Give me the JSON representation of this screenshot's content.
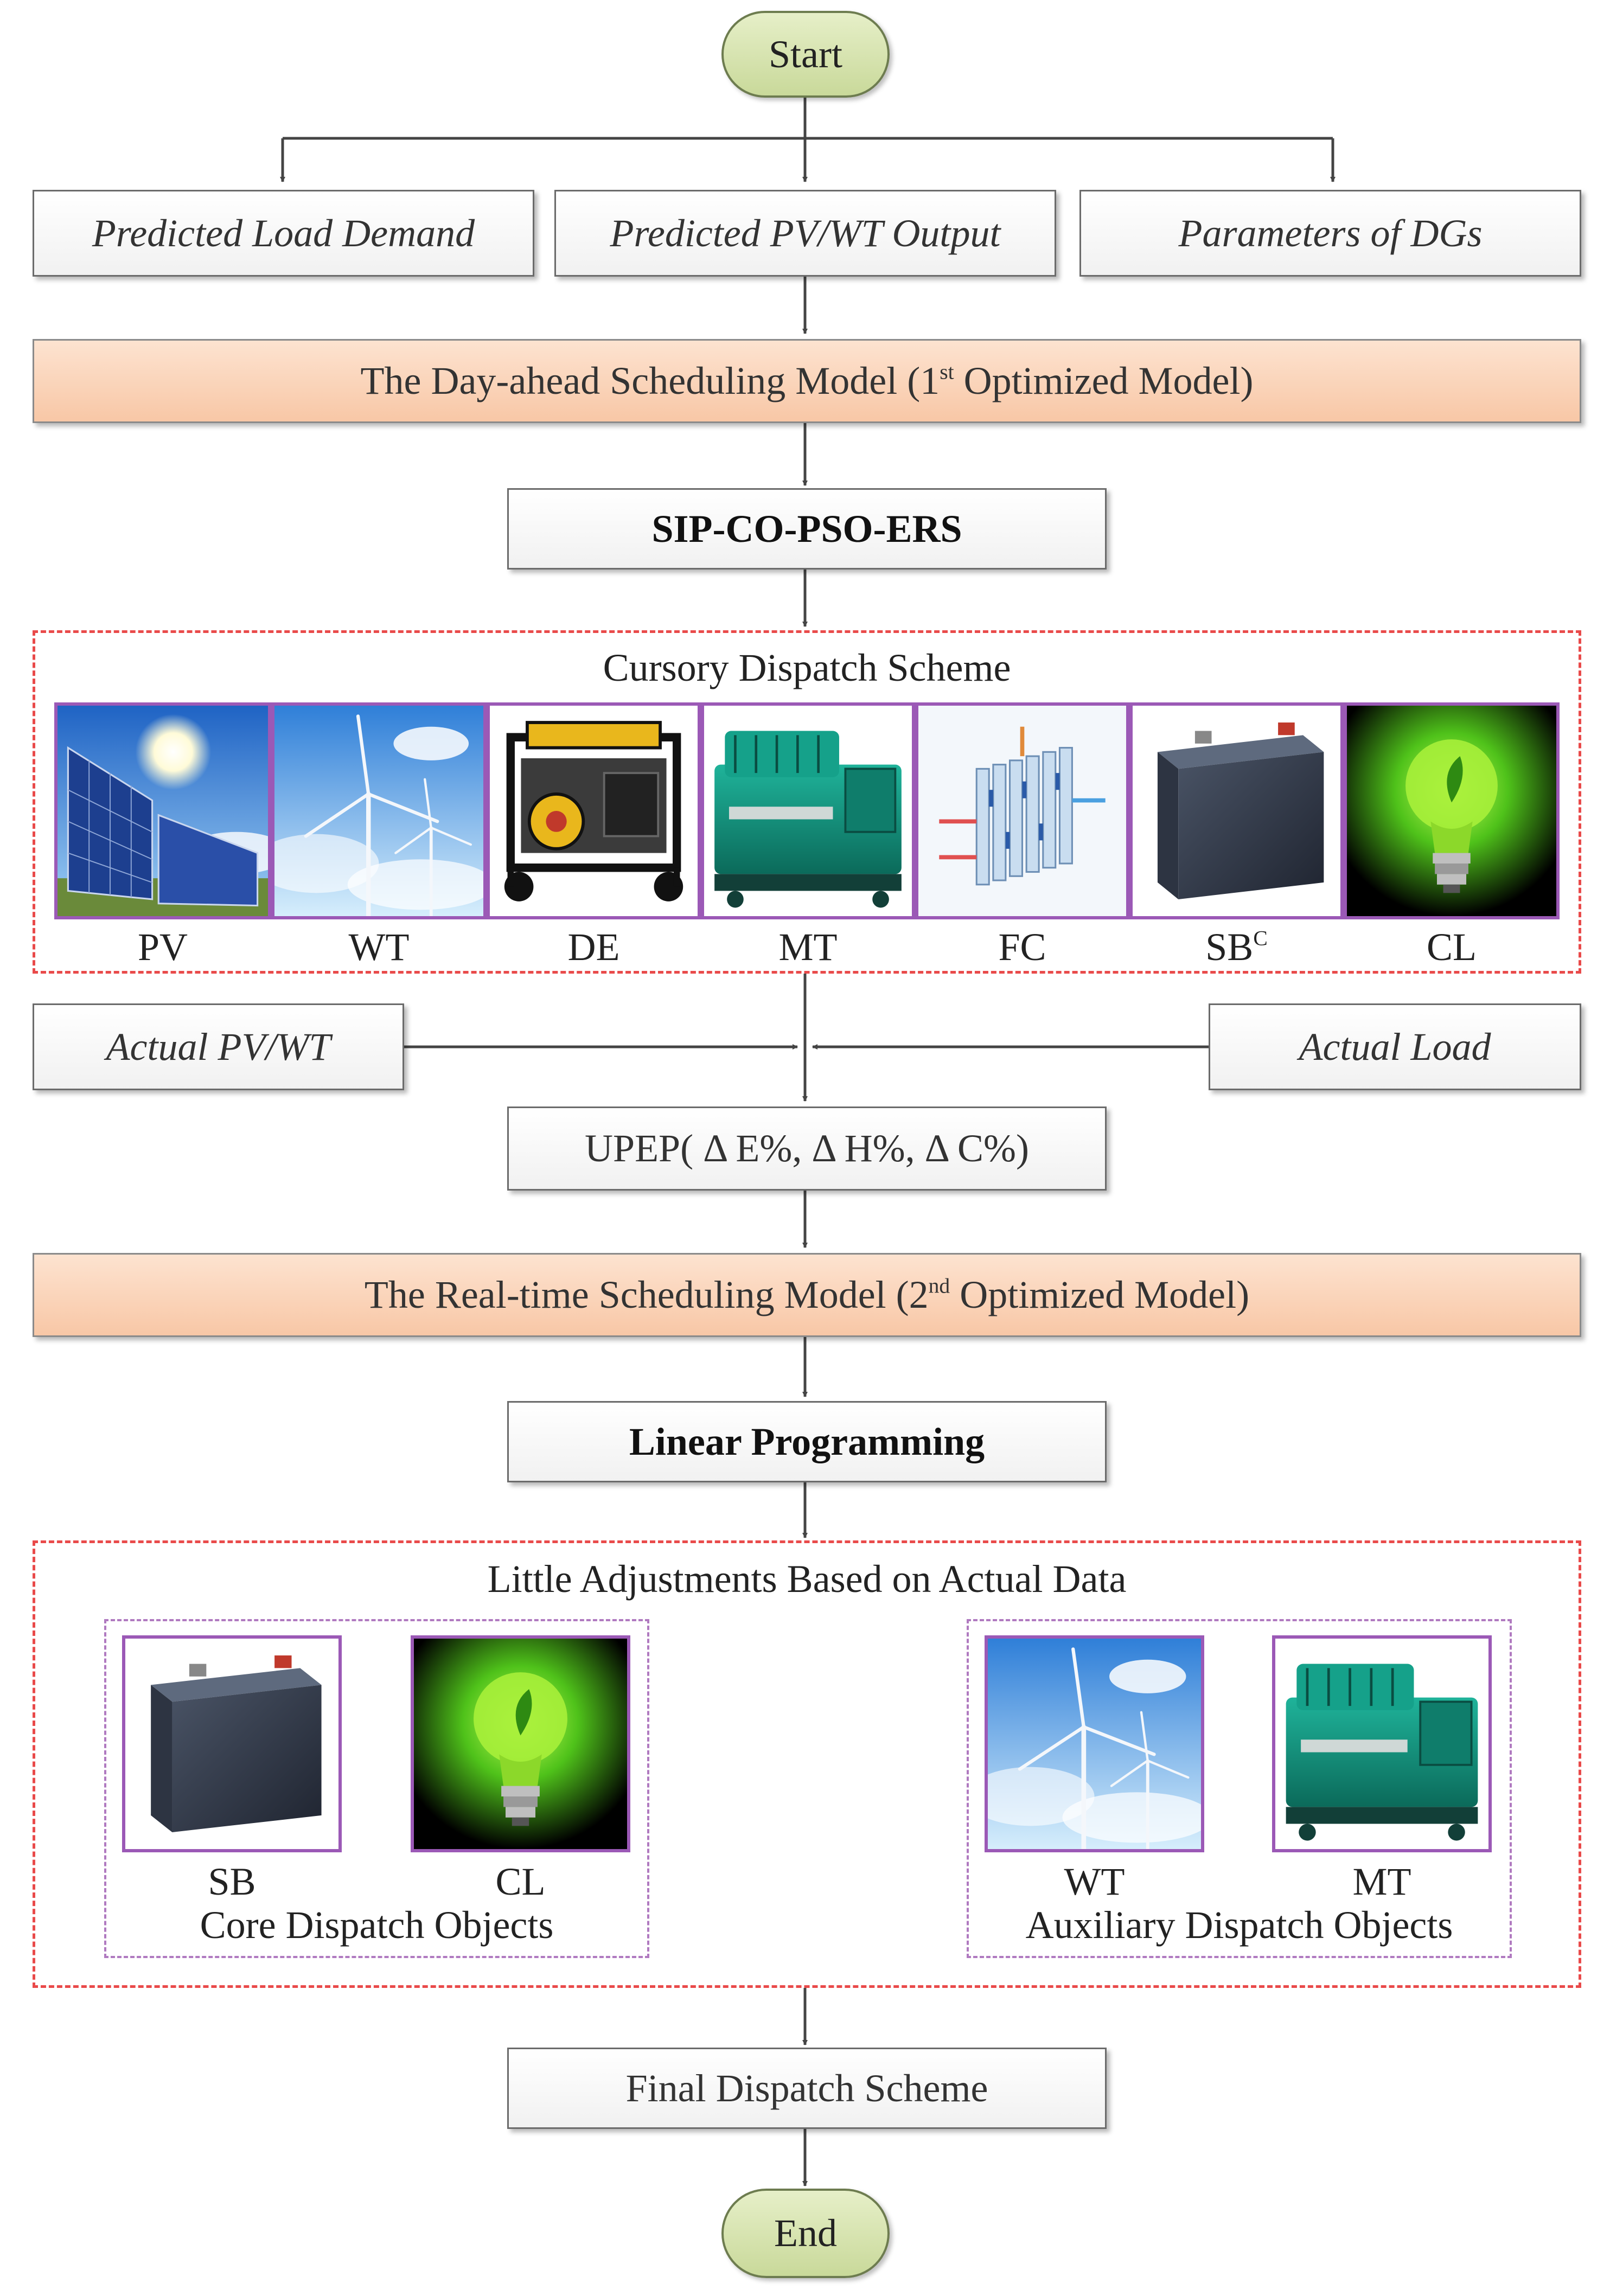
{
  "start": "Start",
  "end": "End",
  "inputs": {
    "load_demand": "Predicted Load Demand",
    "pv_wt_output": "Predicted PV/WT Output",
    "dg_params": "Parameters of DGs"
  },
  "day_ahead": {
    "pre": "The Day-ahead Scheduling Model (1",
    "sup": "st",
    "post": " Optimized Model)"
  },
  "algorithm1": "SIP-CO-PSO-ERS",
  "cursory": {
    "title": "Cursory Dispatch Scheme",
    "units": [
      "PV",
      "WT",
      "DE",
      "MT",
      "FC",
      "SB",
      "CL"
    ],
    "sb_sup": "C"
  },
  "actual_pv_wt": "Actual PV/WT",
  "actual_load": "Actual Load",
  "upep": "UPEP( Δ E%, Δ H%, Δ C%)",
  "real_time": {
    "pre": "The Real-time Scheduling Model (2",
    "sup": "nd",
    "post": " Optimized Model)"
  },
  "algorithm2": "Linear Programming",
  "adjust": {
    "title": "Little Adjustments Based on Actual Data",
    "core": {
      "units": [
        "SB",
        "CL"
      ],
      "caption": "Core Dispatch Objects"
    },
    "aux": {
      "units": [
        "WT",
        "MT"
      ],
      "caption": "Auxiliary Dispatch Objects"
    }
  },
  "final": "Final Dispatch Scheme",
  "colors": {
    "accent_red": "#e94a4a",
    "accent_purple": "#9b59b6",
    "start_fill": "#d3e2a8",
    "model_fill": "#f9cfb2"
  }
}
